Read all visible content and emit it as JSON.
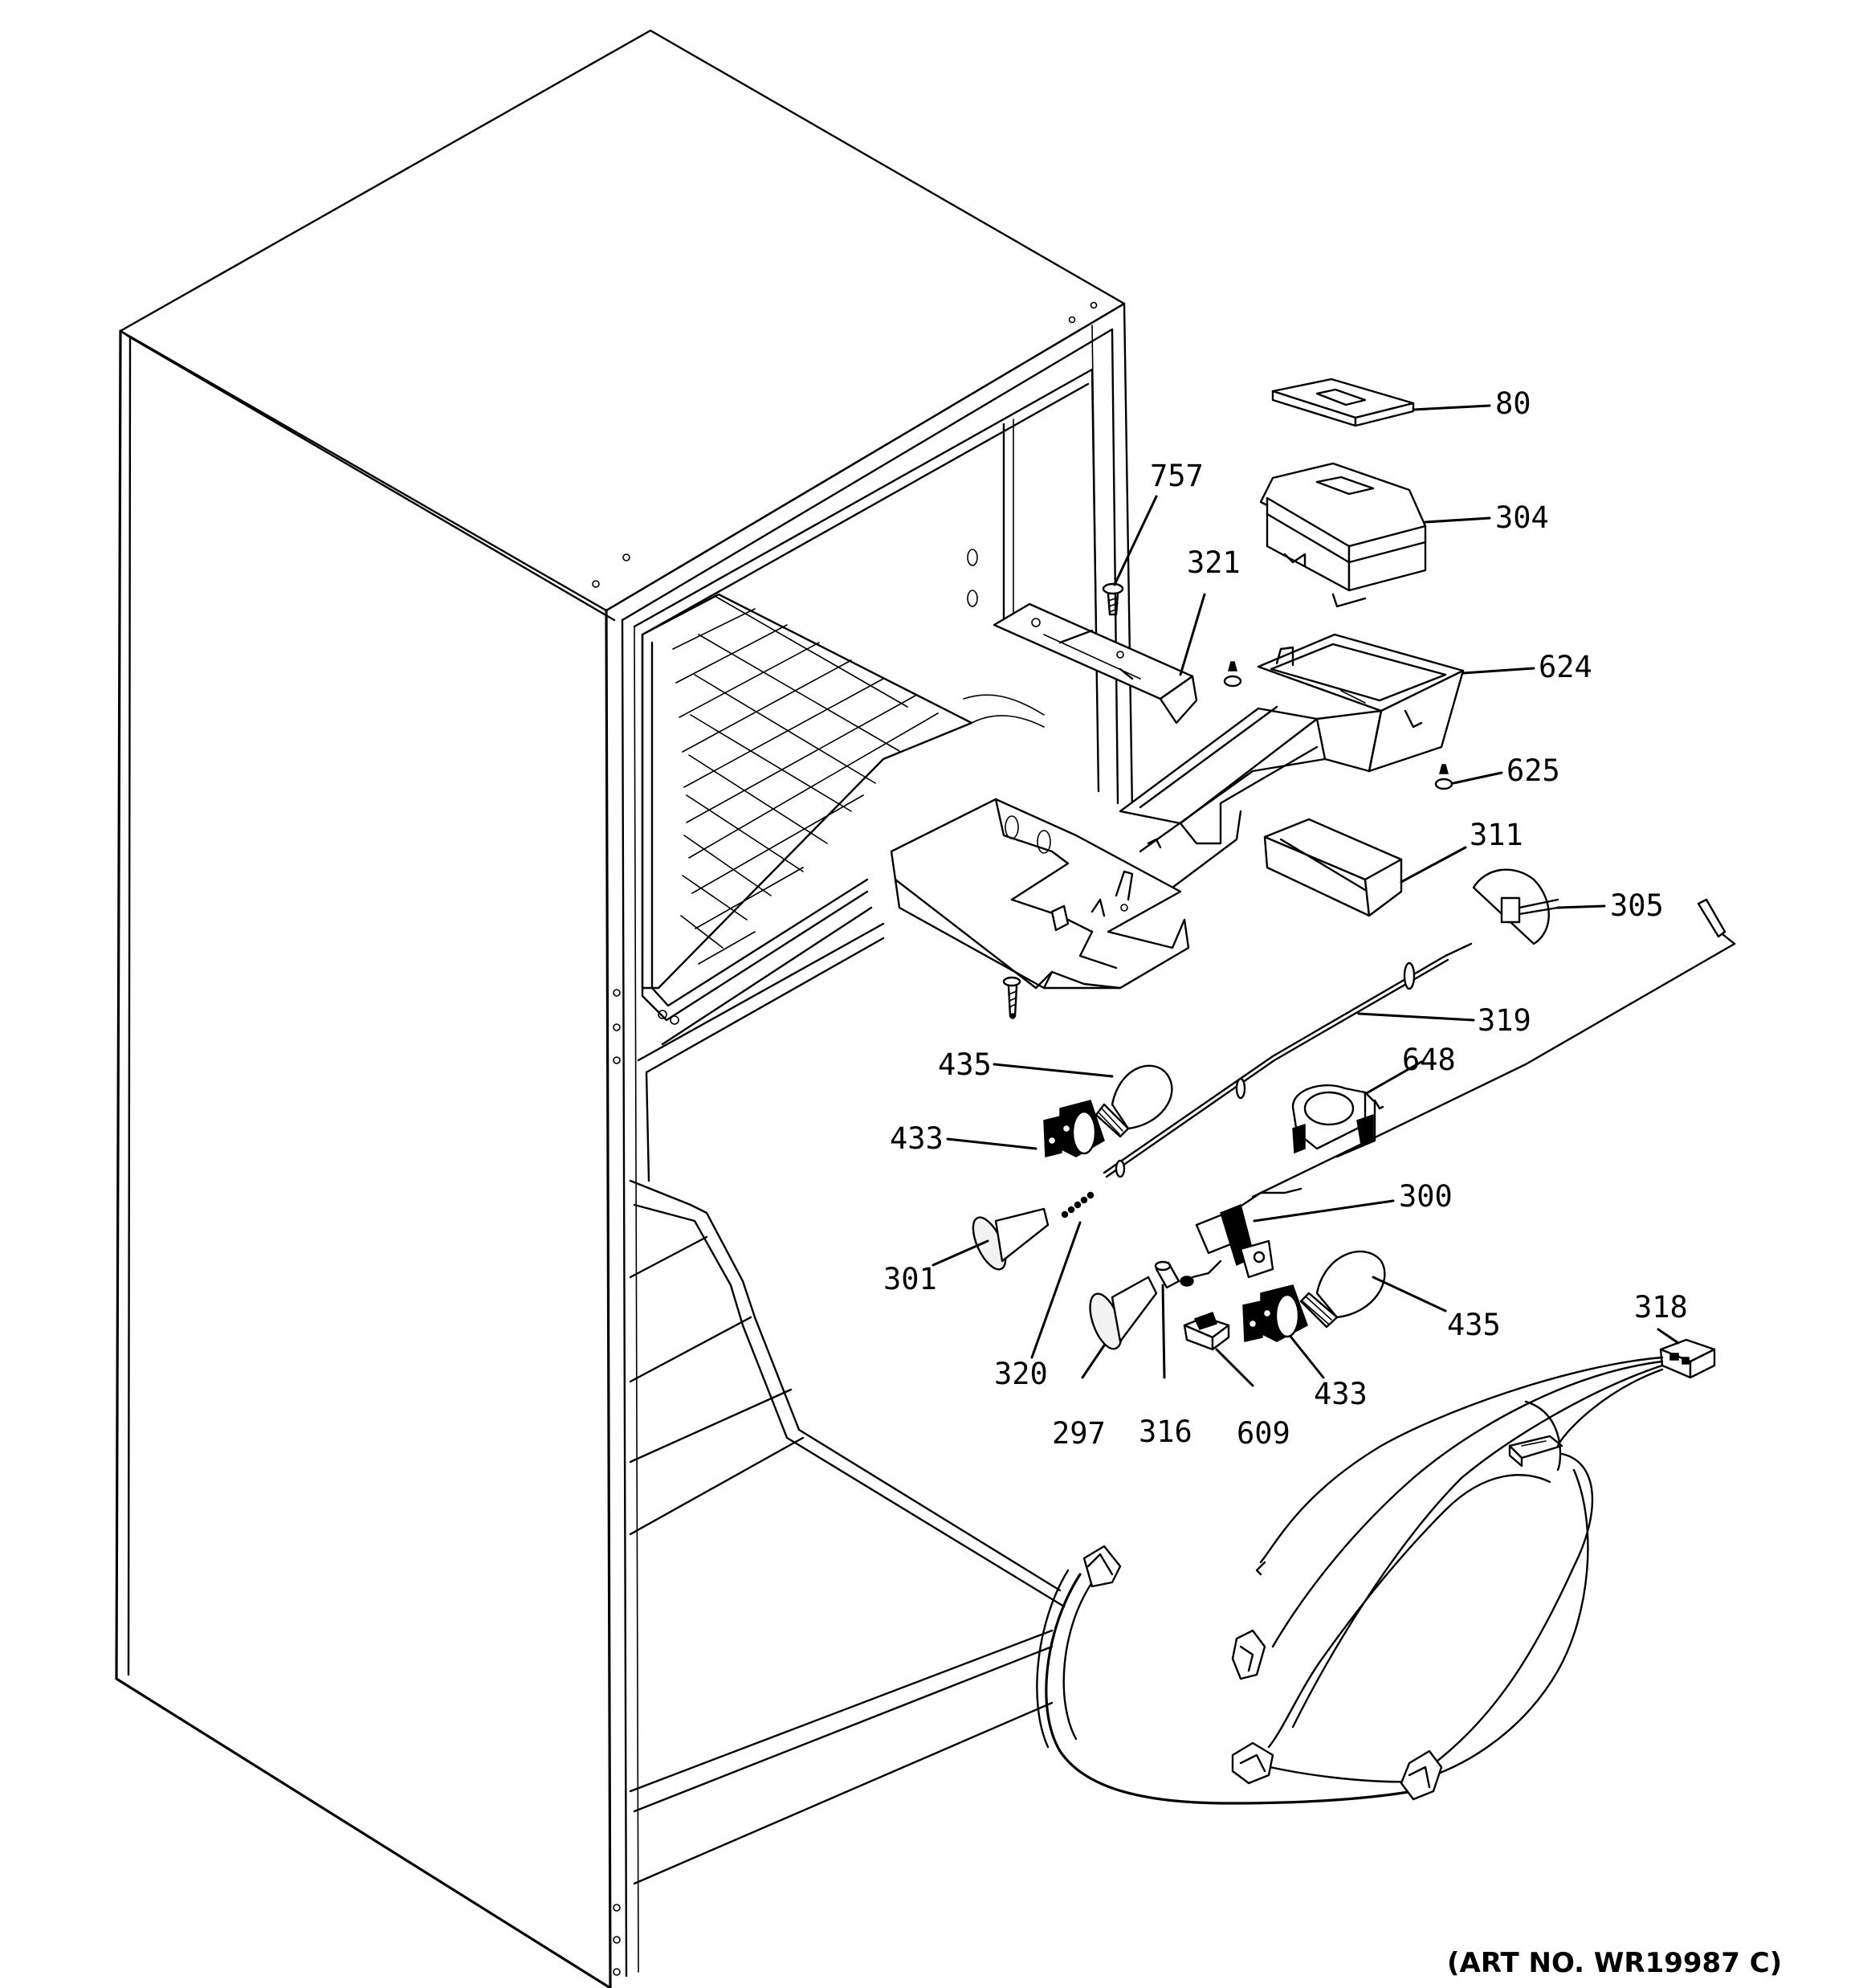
{
  "diagram": {
    "art_number": "(ART NO. WR19987 C)",
    "callouts": [
      {
        "id": "80",
        "label": "80"
      },
      {
        "id": "304",
        "label": "304"
      },
      {
        "id": "757",
        "label": "757"
      },
      {
        "id": "321",
        "label": "321"
      },
      {
        "id": "624",
        "label": "624"
      },
      {
        "id": "625",
        "label": "625"
      },
      {
        "id": "311",
        "label": "311"
      },
      {
        "id": "305",
        "label": "305"
      },
      {
        "id": "319",
        "label": "319"
      },
      {
        "id": "435a",
        "label": "435"
      },
      {
        "id": "648",
        "label": "648"
      },
      {
        "id": "433a",
        "label": "433"
      },
      {
        "id": "300",
        "label": "300"
      },
      {
        "id": "318",
        "label": "318"
      },
      {
        "id": "301",
        "label": "301"
      },
      {
        "id": "435b",
        "label": "435"
      },
      {
        "id": "320",
        "label": "320"
      },
      {
        "id": "297",
        "label": "297"
      },
      {
        "id": "316",
        "label": "316"
      },
      {
        "id": "609",
        "label": "609"
      },
      {
        "id": "433b",
        "label": "433"
      }
    ]
  }
}
